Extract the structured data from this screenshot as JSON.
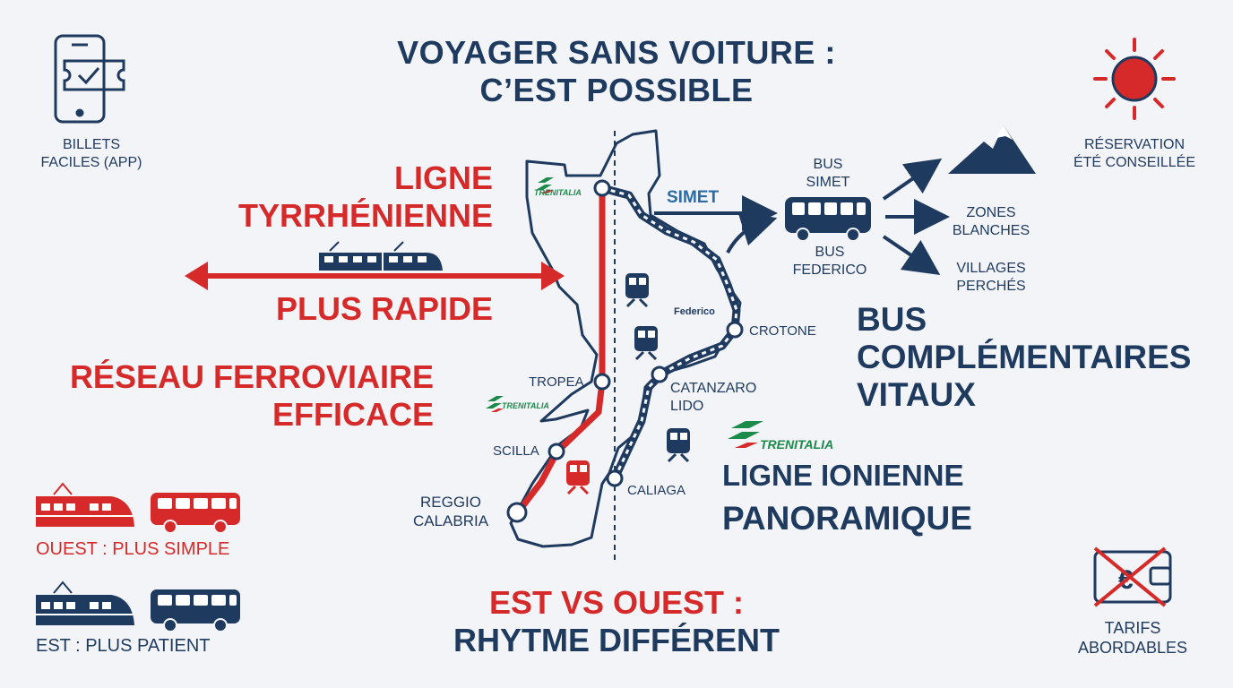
{
  "title": {
    "line1": "VOYAGER SANS VOITURE :",
    "line2": "C’EST POSSIBLE"
  },
  "corners": {
    "tickets": {
      "line1": "BILLETS",
      "line2": "FACILES (APP)",
      "icon": "phone-ticket-icon"
    },
    "summer": {
      "line1": "RÉSERVATION",
      "line2": "ÉTÉ CONSEILLÉE",
      "icon": "sun-icon"
    },
    "prices": {
      "line1": "TARIFS",
      "line2": "ABORDABLES",
      "icon": "wallet-crossed-icon"
    }
  },
  "west": {
    "line_name_1": "LIGNE",
    "line_name_2": "TYRRHÉNIENNE",
    "speed": "PLUS RAPIDE",
    "network_1": "RÉSEAU FERROVIAIRE",
    "network_2": "EFFICACE"
  },
  "east": {
    "brand": "TRENITALIA",
    "line_name_1": "LIGNE IONIENNE",
    "line_name_2": "PANORAMIQUE"
  },
  "buses": {
    "simet_logo": "SIMET",
    "bus_simet_1": "BUS",
    "bus_simet_2": "SIMET",
    "bus_federico_1": "BUS",
    "bus_federico_2": "FEDERICO",
    "dest_zones_1": "ZONES",
    "dest_zones_2": "BLANCHES",
    "dest_villages_1": "VILLAGES",
    "dest_villages_2": "PERCHÉS",
    "headline_1": "BUS",
    "headline_2": "COMPLÉMENTAIRES",
    "headline_3": "VITAUX"
  },
  "map": {
    "trenitalia_top": "TRENITALIA",
    "trenitalia_mid": "TRENITALIA",
    "federico_logo": "Federico",
    "stations": {
      "tropea": "TROPEA",
      "scilla": "SCILLA",
      "reggio_1": "REGGIO",
      "reggio_2": "CALABRIA",
      "crotone": "CROTONE",
      "catanzaro_1": "CATANZARO",
      "catanzaro_2": "LIDO",
      "caulonia": "CALIAGA"
    }
  },
  "legend": {
    "west": "OUEST : PLUS SIMPLE",
    "east": "EST : PLUS PATIENT"
  },
  "bottom": {
    "line1": "EST VS OUEST :",
    "line2": "RHYTME DIFFÉRENT"
  },
  "colors": {
    "navy": "#1f3a5f",
    "red": "#d62a2a",
    "background": "#f3f4f7",
    "trenitalia_green": "#1c8a4a"
  }
}
